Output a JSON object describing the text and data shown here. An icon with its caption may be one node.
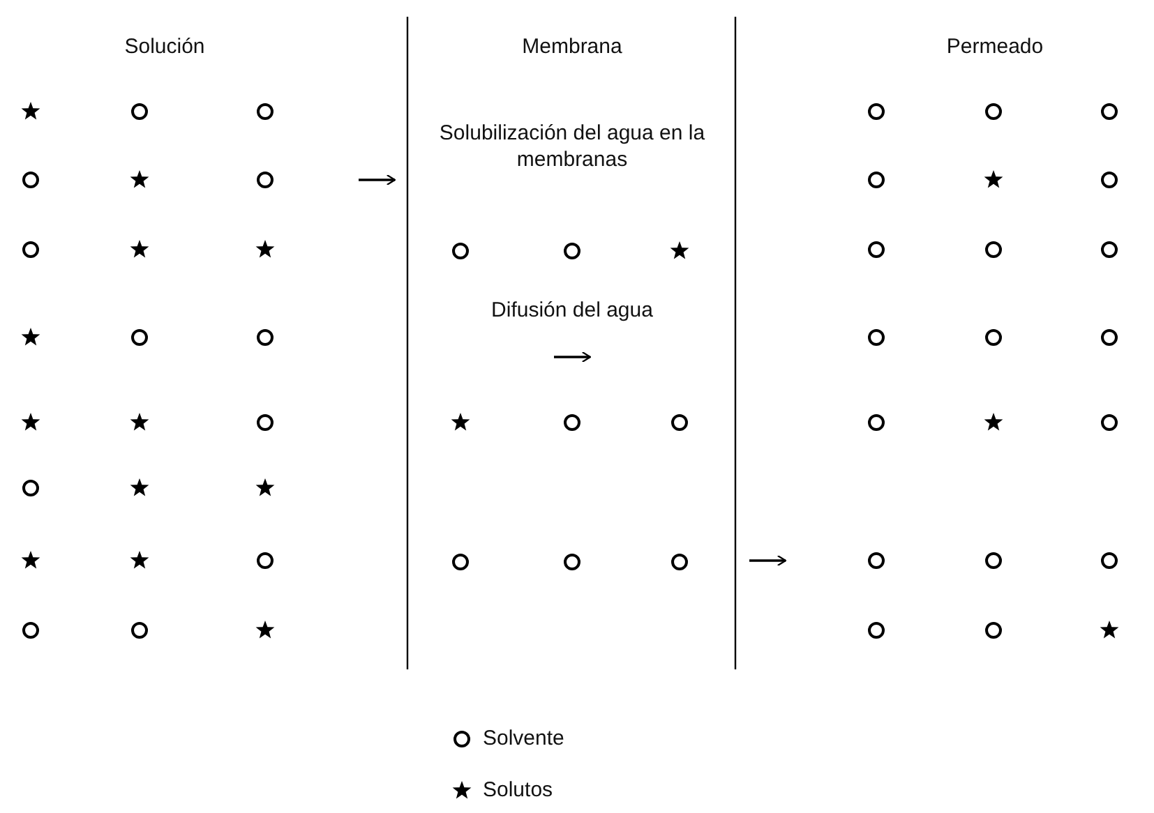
{
  "diagram": {
    "labels": [
      "Solución",
      "Membrana",
      "Permeado",
      "Solubilización del agua en la membranas",
      "Difusión del agua"
    ],
    "legend": [
      {
        "text": "Solvente"
      },
      {
        "text": "Solutos"
      }
    ]
  }
}
